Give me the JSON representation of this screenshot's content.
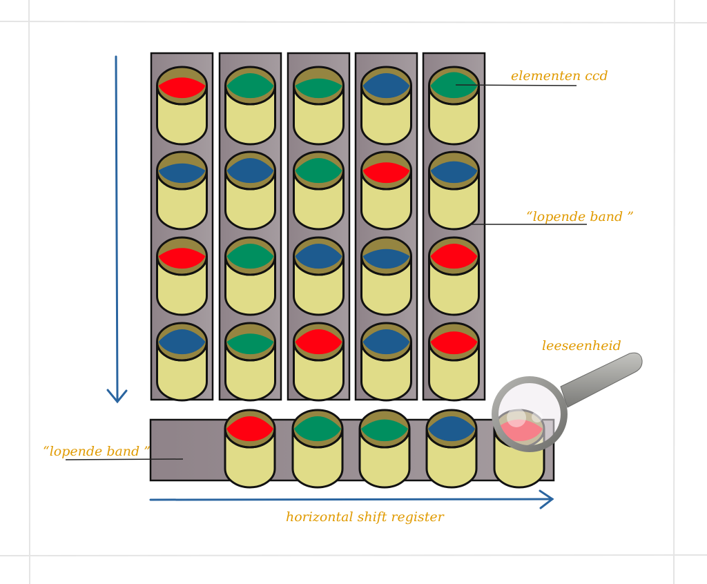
{
  "diagram": {
    "title": "CCD readout principle",
    "labels": {
      "elements": "elementen ccd",
      "conveyor_vertical": "“lopende band ”",
      "conveyor_horizontal": "“lopende band ”",
      "reader": "leeseenheid",
      "shift_register": "horizontal shift register"
    },
    "colors": {
      "red": "#ff0010",
      "green": "#008f5f",
      "blue": "#1d5b8f",
      "cup_body": "#e0dc88",
      "cup_inside": "#958541",
      "band": "#9a8e93",
      "arrow": "#2a65a0",
      "label": "#e09a00"
    },
    "columns": [
      {
        "name": "column-1",
        "cells": [
          {
            "color": "red",
            "fill": 0.55
          },
          {
            "color": "blue",
            "fill": 0.5
          },
          {
            "color": "red",
            "fill": 0.55
          },
          {
            "color": "blue",
            "fill": 0.75
          }
        ]
      },
      {
        "name": "column-2",
        "cells": [
          {
            "color": "green",
            "fill": 0.75
          },
          {
            "color": "blue",
            "fill": 0.75
          },
          {
            "color": "green",
            "fill": 0.75
          },
          {
            "color": "green",
            "fill": 0.55
          }
        ]
      },
      {
        "name": "column-3",
        "cells": [
          {
            "color": "green",
            "fill": 0.5
          },
          {
            "color": "green",
            "fill": 0.75
          },
          {
            "color": "blue",
            "fill": 0.75
          },
          {
            "color": "red",
            "fill": 0.75
          }
        ]
      },
      {
        "name": "column-4",
        "cells": [
          {
            "color": "blue",
            "fill": 0.75
          },
          {
            "color": "red",
            "fill": 0.55
          },
          {
            "color": "blue",
            "fill": 0.5
          },
          {
            "color": "blue",
            "fill": 0.75
          }
        ]
      },
      {
        "name": "column-5",
        "cells": [
          {
            "color": "green",
            "fill": 0.8
          },
          {
            "color": "blue",
            "fill": 0.6
          },
          {
            "color": "red",
            "fill": 0.75
          },
          {
            "color": "red",
            "fill": 0.65
          }
        ]
      }
    ],
    "shift_register": [
      {
        "color": "red",
        "fill": 0.75
      },
      {
        "color": "green",
        "fill": 0.75
      },
      {
        "color": "green",
        "fill": 0.6
      },
      {
        "color": "blue",
        "fill": 0.75
      },
      {
        "color": "red",
        "fill": 0.6
      }
    ]
  }
}
